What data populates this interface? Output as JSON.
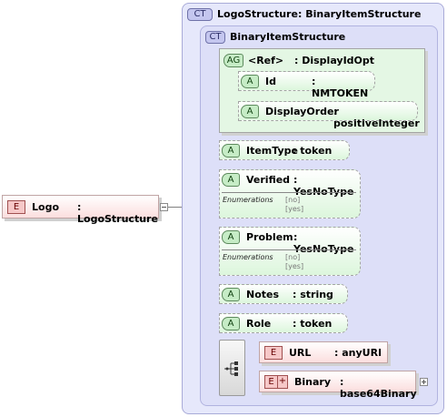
{
  "root_element": {
    "badge": "E",
    "name": "Logo",
    "type": ": LogoStructure"
  },
  "complex_type": {
    "badge": "CT",
    "name": "LogoStructure",
    "type": ": BinaryItemStructure"
  },
  "base_type": {
    "badge": "CT",
    "name": "BinaryItemStructure"
  },
  "attribute_group": {
    "badge": "AG",
    "name": "<Ref>",
    "type": ": DisplayIdOpt",
    "attributes": [
      {
        "badge": "A",
        "name": "Id",
        "type": ": NMTOKEN"
      },
      {
        "badge": "A",
        "name": "DisplayOrder",
        "type": ": positiveInteger"
      }
    ]
  },
  "attributes": [
    {
      "badge": "A",
      "name": "ItemType",
      "type": ": token"
    },
    {
      "badge": "A",
      "name": "Verified",
      "type": ": YesNoType",
      "enum_label": "Enumerations",
      "enum_values": [
        "[no]",
        "[yes]"
      ]
    },
    {
      "badge": "A",
      "name": "Problem",
      "type": ": YesNoType",
      "enum_label": "Enumerations",
      "enum_values": [
        "[no]",
        "[yes]"
      ]
    },
    {
      "badge": "A",
      "name": "Notes",
      "type": ": string"
    },
    {
      "badge": "A",
      "name": "Role",
      "type": ": token"
    }
  ],
  "sequence": {
    "icon": "sequence-icon",
    "elements": [
      {
        "badge": "E",
        "name": "URL",
        "type": ": anyURI"
      },
      {
        "badge": "E",
        "name": "Binary",
        "type": ": base64Binary"
      }
    ]
  }
}
